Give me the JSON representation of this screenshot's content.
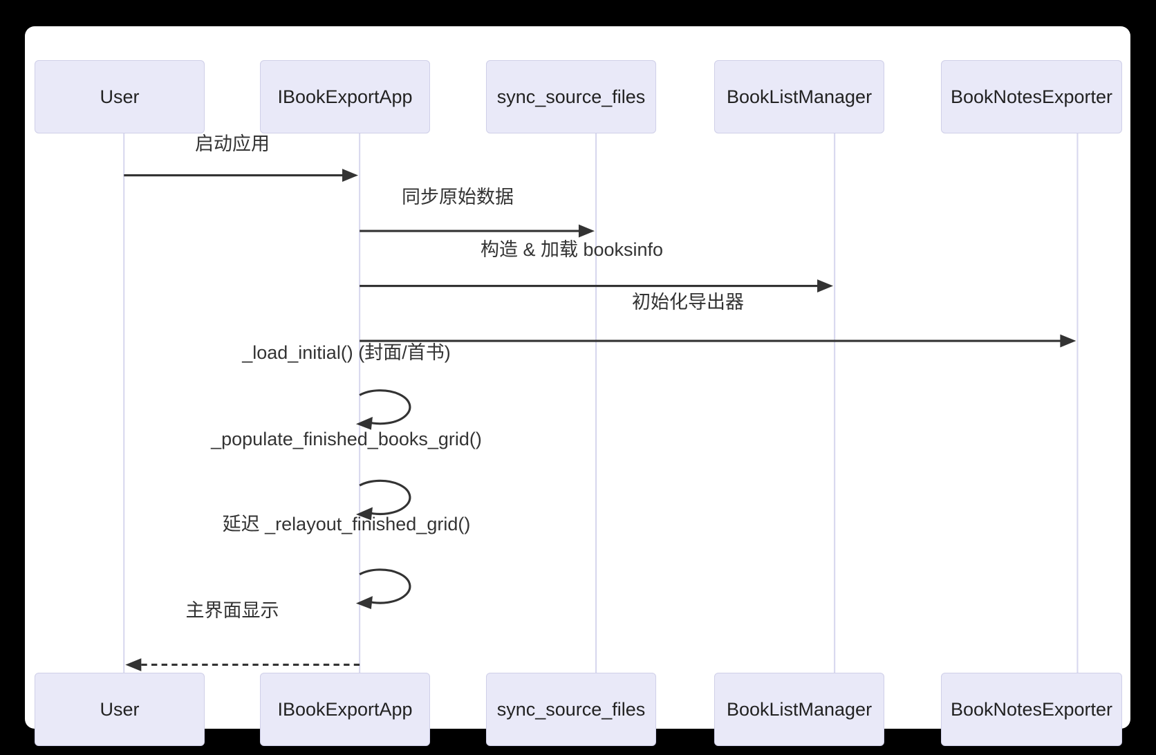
{
  "diagram": {
    "kind": "sequence-diagram",
    "participants": [
      {
        "name": "User"
      },
      {
        "name": "IBookExportApp"
      },
      {
        "name": "sync_source_files"
      },
      {
        "name": "BookListManager"
      },
      {
        "name": "BookNotesExporter"
      }
    ],
    "messages": [
      {
        "from": "User",
        "to": "IBookExportApp",
        "label": "启动应用",
        "style": "solid-arrow"
      },
      {
        "from": "IBookExportApp",
        "to": "sync_source_files",
        "label": "同步原始数据",
        "style": "solid-arrow"
      },
      {
        "from": "IBookExportApp",
        "to": "BookListManager",
        "label": "构造 & 加载 booksinfo",
        "style": "solid-arrow"
      },
      {
        "from": "IBookExportApp",
        "to": "BookNotesExporter",
        "label": "初始化导出器",
        "style": "solid-arrow"
      },
      {
        "from": "IBookExportApp",
        "to": "IBookExportApp",
        "label": "_load_initial() (封面/首书)",
        "style": "self-loop"
      },
      {
        "from": "IBookExportApp",
        "to": "IBookExportApp",
        "label": "_populate_finished_books_grid()",
        "style": "self-loop"
      },
      {
        "from": "IBookExportApp",
        "to": "IBookExportApp",
        "label": "延迟 _relayout_finished_grid()",
        "style": "self-loop"
      },
      {
        "from": "IBookExportApp",
        "to": "User",
        "label": "主界面显示",
        "style": "dashed-return-arrow"
      }
    ],
    "colors": {
      "background": "#000000",
      "canvas": "#ffffff",
      "actor_fill": "#e9e9f8",
      "actor_border": "#cfcfe8",
      "lifeline": "#d8d8ee",
      "arrow": "#333333",
      "text": "#333333"
    }
  }
}
